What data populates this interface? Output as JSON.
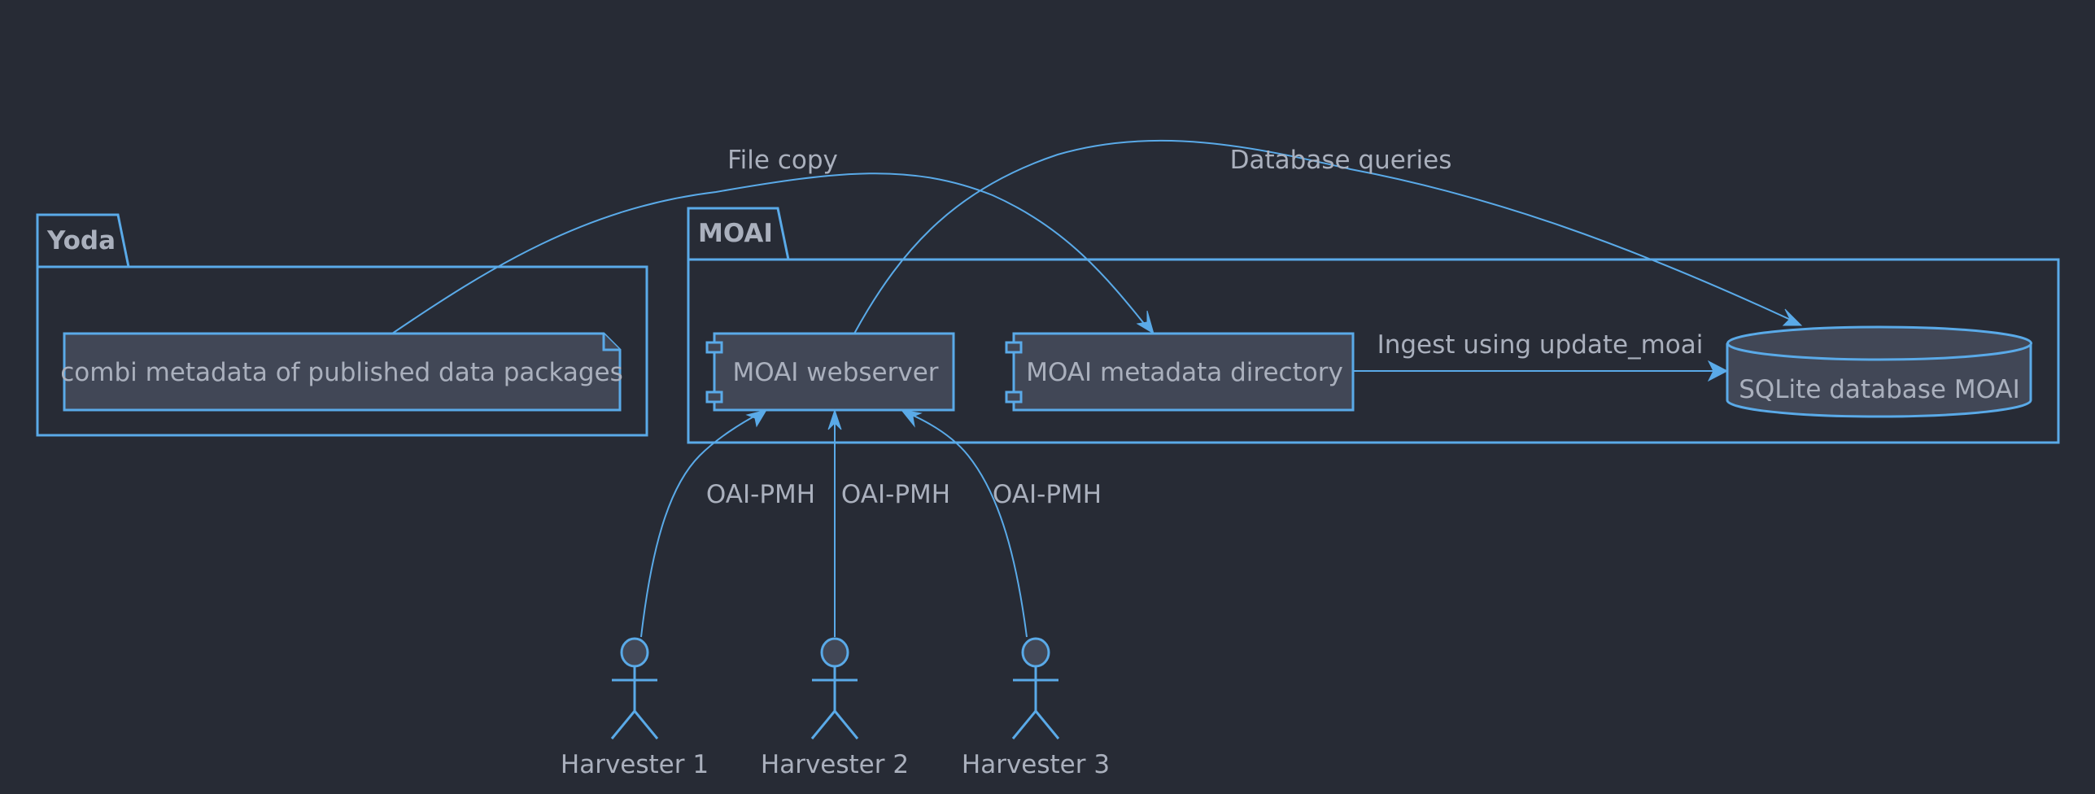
{
  "diagram": {
    "type": "uml-component",
    "colors": {
      "background": "#272b35",
      "stroke": "#5aaae8",
      "node_fill": "#414756",
      "text": "#aab0bd"
    },
    "packages": [
      {
        "id": "yoda",
        "label": "Yoda"
      },
      {
        "id": "moai",
        "label": "MOAI"
      }
    ],
    "nodes": {
      "combi": {
        "label": "combi metadata of published data packages",
        "kind": "note",
        "package": "yoda"
      },
      "webserver": {
        "label": "MOAI webserver",
        "kind": "component",
        "package": "moai"
      },
      "metadir": {
        "label": "MOAI metadata directory",
        "kind": "component",
        "package": "moai"
      },
      "db": {
        "label": "SQLite database MOAI",
        "kind": "database",
        "package": "moai"
      }
    },
    "actors": [
      {
        "label": "Harvester 1"
      },
      {
        "label": "Harvester 2"
      },
      {
        "label": "Harvester 3"
      }
    ],
    "edges": [
      {
        "from": "combi",
        "to": "metadir",
        "label": "File copy"
      },
      {
        "from": "webserver",
        "to": "db",
        "label": "Database queries"
      },
      {
        "from": "metadir",
        "to": "db",
        "label": "Ingest using update_moai"
      },
      {
        "from": "Harvester 1",
        "to": "webserver",
        "label": "OAI-PMH"
      },
      {
        "from": "Harvester 2",
        "to": "webserver",
        "label": "OAI-PMH"
      },
      {
        "from": "Harvester 3",
        "to": "webserver",
        "label": "OAI-PMH"
      }
    ]
  }
}
